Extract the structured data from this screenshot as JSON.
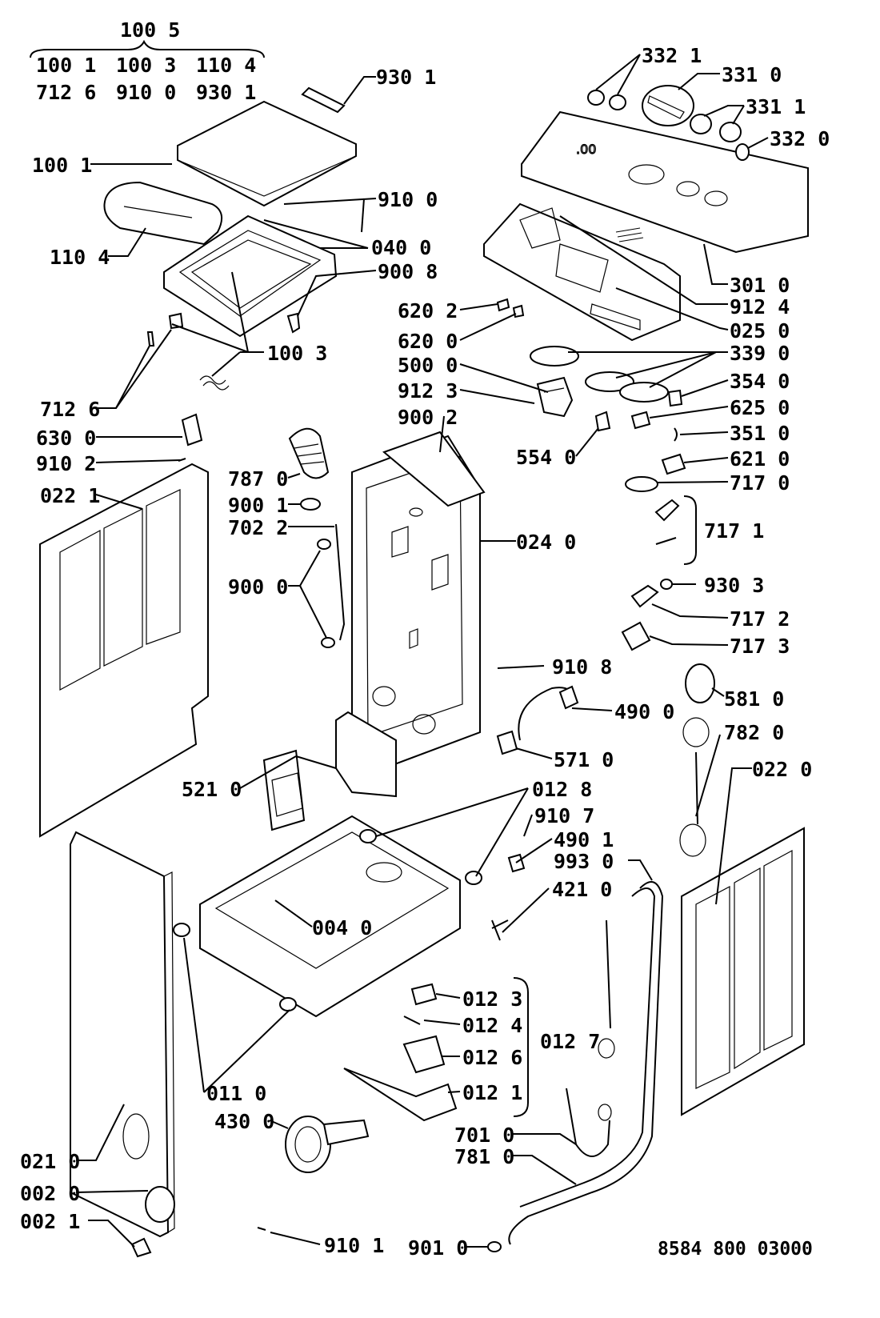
{
  "header": {
    "assembly": "100 5",
    "group_row1": [
      "100 1",
      "100 3",
      "110 4"
    ],
    "group_row2": [
      "712 6",
      "910 0",
      "930 1"
    ]
  },
  "labels": [
    {
      "id": "l-930-1a",
      "text": "930 1"
    },
    {
      "id": "l-100-1",
      "text": "100 1"
    },
    {
      "id": "l-910-0",
      "text": "910 0"
    },
    {
      "id": "l-110-4",
      "text": "110 4"
    },
    {
      "id": "l-040-0",
      "text": "040 0"
    },
    {
      "id": "l-900-8",
      "text": "900 8"
    },
    {
      "id": "l-100-3",
      "text": "100 3"
    },
    {
      "id": "l-712-6",
      "text": "712 6"
    },
    {
      "id": "l-630-0",
      "text": "630 0"
    },
    {
      "id": "l-910-2",
      "text": "910 2"
    },
    {
      "id": "l-022-1",
      "text": "022 1"
    },
    {
      "id": "l-332-1",
      "text": "332 1"
    },
    {
      "id": "l-331-0",
      "text": "331 0"
    },
    {
      "id": "l-331-1",
      "text": "331 1"
    },
    {
      "id": "l-332-0",
      "text": "332 0"
    },
    {
      "id": "l-301-0",
      "text": "301 0"
    },
    {
      "id": "l-912-4",
      "text": "912 4"
    },
    {
      "id": "l-025-0",
      "text": "025 0"
    },
    {
      "id": "l-620-2",
      "text": "620 2"
    },
    {
      "id": "l-620-0",
      "text": "620 0"
    },
    {
      "id": "l-500-0",
      "text": "500 0"
    },
    {
      "id": "l-912-3",
      "text": "912 3"
    },
    {
      "id": "l-900-2",
      "text": "900 2"
    },
    {
      "id": "l-339-0",
      "text": "339 0"
    },
    {
      "id": "l-354-0",
      "text": "354 0"
    },
    {
      "id": "l-625-0",
      "text": "625 0"
    },
    {
      "id": "l-351-0",
      "text": "351 0"
    },
    {
      "id": "l-554-0",
      "text": "554 0"
    },
    {
      "id": "l-621-0",
      "text": "621 0"
    },
    {
      "id": "l-717-0",
      "text": "717 0"
    },
    {
      "id": "l-717-1",
      "text": "717 1"
    },
    {
      "id": "l-787-0",
      "text": "787 0"
    },
    {
      "id": "l-900-1",
      "text": "900 1"
    },
    {
      "id": "l-702-2",
      "text": "702 2"
    },
    {
      "id": "l-024-0",
      "text": "024 0"
    },
    {
      "id": "l-900-0",
      "text": "900 0"
    },
    {
      "id": "l-930-3",
      "text": "930 3"
    },
    {
      "id": "l-717-2",
      "text": "717 2"
    },
    {
      "id": "l-717-3",
      "text": "717 3"
    },
    {
      "id": "l-910-8",
      "text": "910 8"
    },
    {
      "id": "l-581-0",
      "text": "581 0"
    },
    {
      "id": "l-490-0",
      "text": "490 0"
    },
    {
      "id": "l-782-0",
      "text": "782 0"
    },
    {
      "id": "l-571-0",
      "text": "571 0"
    },
    {
      "id": "l-022-0",
      "text": "022 0"
    },
    {
      "id": "l-521-0",
      "text": "521 0"
    },
    {
      "id": "l-012-8",
      "text": "012 8"
    },
    {
      "id": "l-910-7",
      "text": "910 7"
    },
    {
      "id": "l-490-1",
      "text": "490 1"
    },
    {
      "id": "l-993-0",
      "text": "993 0"
    },
    {
      "id": "l-421-0",
      "text": "421 0"
    },
    {
      "id": "l-004-0",
      "text": "004 0"
    },
    {
      "id": "l-012-3",
      "text": "012 3"
    },
    {
      "id": "l-012-4",
      "text": "012 4"
    },
    {
      "id": "l-012-7",
      "text": "012 7"
    },
    {
      "id": "l-012-6",
      "text": "012 6"
    },
    {
      "id": "l-012-1",
      "text": "012 1"
    },
    {
      "id": "l-011-0",
      "text": "011 0"
    },
    {
      "id": "l-430-0",
      "text": "430 0"
    },
    {
      "id": "l-701-0",
      "text": "701 0"
    },
    {
      "id": "l-781-0",
      "text": "781 0"
    },
    {
      "id": "l-021-0",
      "text": "021 0"
    },
    {
      "id": "l-002-0",
      "text": "002 0"
    },
    {
      "id": "l-002-1",
      "text": "002 1"
    },
    {
      "id": "l-910-1",
      "text": "910 1"
    },
    {
      "id": "l-901-0",
      "text": "901 0"
    }
  ],
  "drawing_number": "8584 800 03000"
}
